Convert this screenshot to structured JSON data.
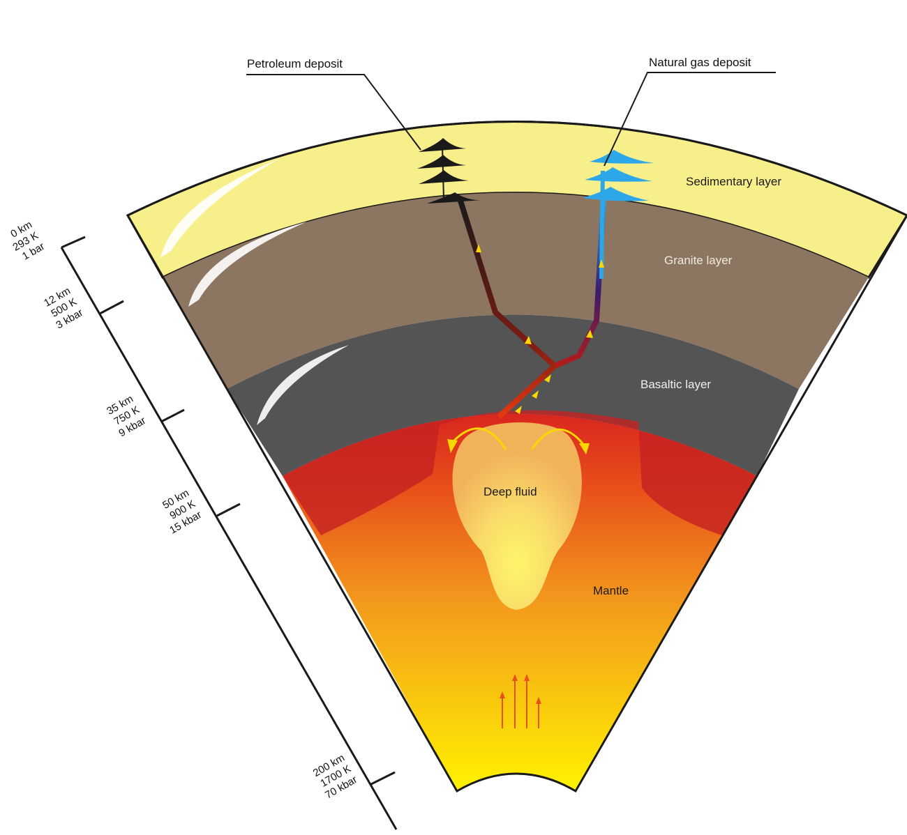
{
  "labels": {
    "petroleum": "Petroleum deposit",
    "natural_gas": "Natural gas deposit",
    "sedimentary": "Sedimentary layer",
    "granite": "Granite layer",
    "basaltic": "Basaltic layer",
    "deep_fluid": "Deep fluid",
    "mantle": "Mantle"
  },
  "depth_scale": [
    {
      "depth": "0 km",
      "temp": "293 K",
      "pressure": "1 bar"
    },
    {
      "depth": "12 km",
      "temp": "500 K",
      "pressure": "3 kbar"
    },
    {
      "depth": "35 km",
      "temp": "750 K",
      "pressure": "9 kbar"
    },
    {
      "depth": "50 km",
      "temp": "900 K",
      "pressure": "15 kbar"
    },
    {
      "depth": "200 km",
      "temp": "1700 K",
      "pressure": "70 kbar"
    }
  ],
  "colors": {
    "sedimentary": "#f7ef8a",
    "granite": "#8c7561",
    "basaltic": "#555454",
    "mantle_top": "#c8201f",
    "mantle_bottom": "#fff200",
    "deep_fluid": "#f5c95a",
    "petroleum": "#1a1a1a",
    "natural_gas": "#2ea7e8"
  }
}
